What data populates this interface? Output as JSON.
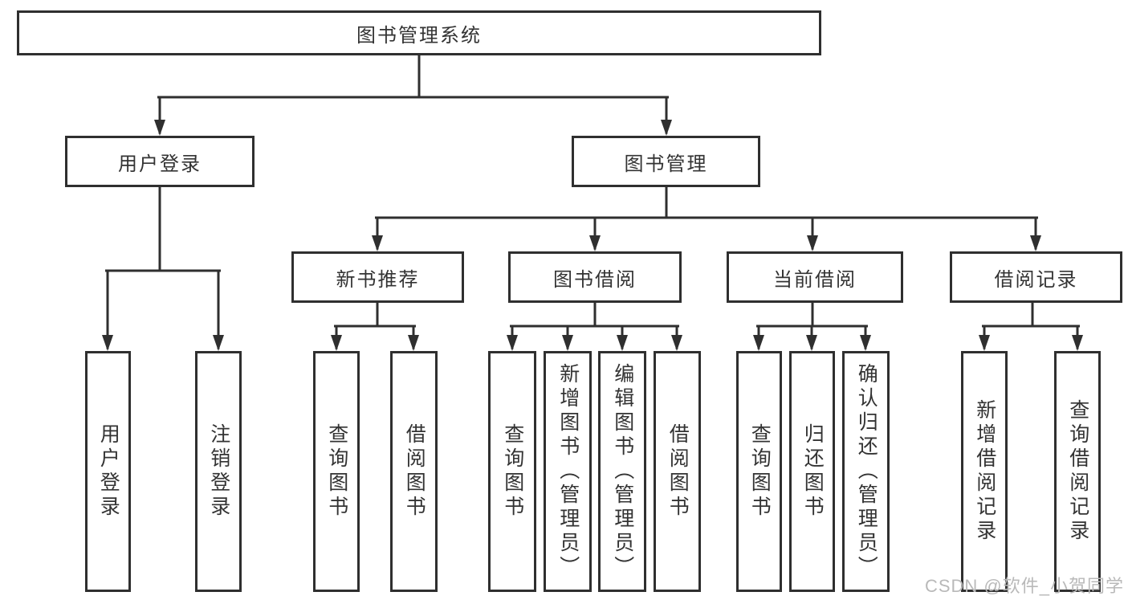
{
  "diagram": {
    "type": "hierarchy-tree",
    "root": {
      "label": "图书管理系统",
      "children": [
        {
          "label": "用户登录",
          "children": [
            {
              "label": "用户登录"
            },
            {
              "label": "注销登录"
            }
          ]
        },
        {
          "label": "图书管理",
          "children": [
            {
              "label": "新书推荐",
              "children": [
                {
                  "label": "查询图书"
                },
                {
                  "label": "借阅图书"
                }
              ]
            },
            {
              "label": "图书借阅",
              "children": [
                {
                  "label": "查询图书"
                },
                {
                  "label": "新增图书（管理员）"
                },
                {
                  "label": "编辑图书（管理员）"
                },
                {
                  "label": "借阅图书"
                }
              ]
            },
            {
              "label": "当前借阅",
              "children": [
                {
                  "label": "查询图书"
                },
                {
                  "label": "归还图书"
                },
                {
                  "label": "确认归还（管理员）"
                }
              ]
            },
            {
              "label": "借阅记录",
              "children": [
                {
                  "label": "新增借阅记录"
                },
                {
                  "label": "查询借阅记录"
                }
              ]
            }
          ]
        }
      ]
    }
  },
  "watermark": "CSDN @软件_小贺同学",
  "colors": {
    "line": "#2f2f2f",
    "box_border": "#2f2f2f",
    "text": "#333333",
    "watermark": "#b9b9b9",
    "background": "#ffffff"
  }
}
